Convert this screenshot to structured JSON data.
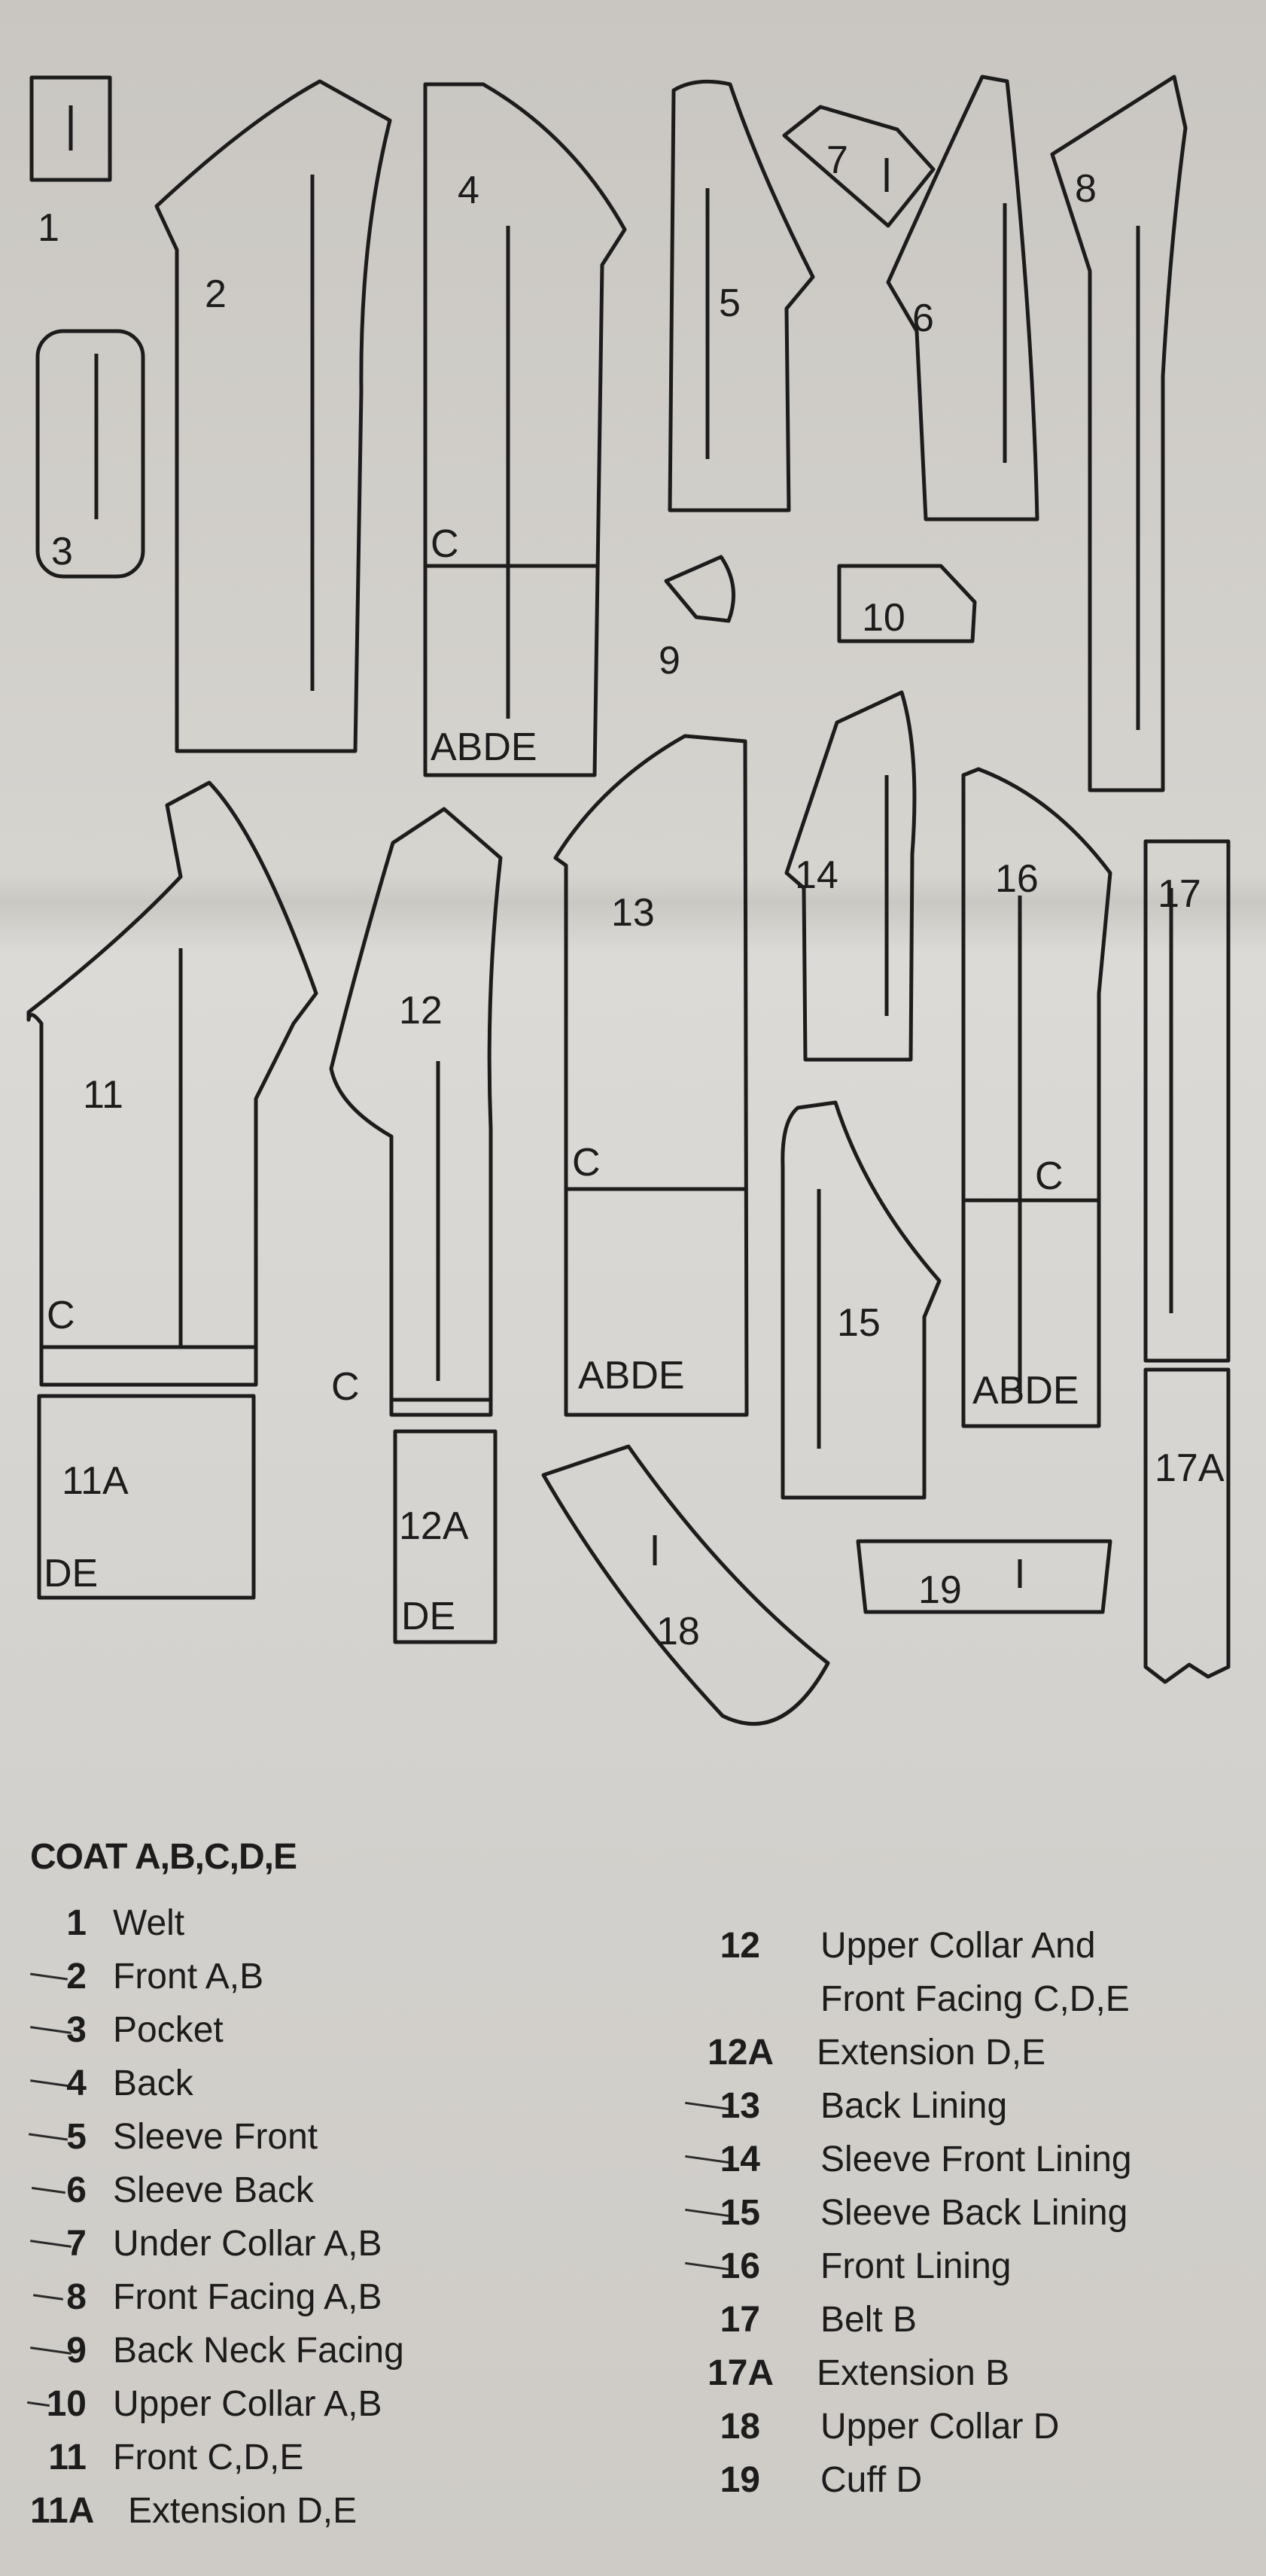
{
  "pieces": [
    {
      "id": "1",
      "label": "1"
    },
    {
      "id": "2",
      "label": "2"
    },
    {
      "id": "3",
      "label": "3"
    },
    {
      "id": "4",
      "label": "4",
      "sub_top": "C",
      "sub_bottom": "ABDE"
    },
    {
      "id": "5",
      "label": "5"
    },
    {
      "id": "6",
      "label": "6"
    },
    {
      "id": "7",
      "label": "7"
    },
    {
      "id": "8",
      "label": "8"
    },
    {
      "id": "9",
      "label": "9"
    },
    {
      "id": "10",
      "label": "10"
    },
    {
      "id": "11",
      "label": "11",
      "sub": "C"
    },
    {
      "id": "11A",
      "label": "11A",
      "sub": "DE"
    },
    {
      "id": "12",
      "label": "12",
      "sub": "C"
    },
    {
      "id": "12A",
      "label": "12A",
      "sub": "DE"
    },
    {
      "id": "13",
      "label": "13",
      "sub_top": "C",
      "sub_bottom": "ABDE"
    },
    {
      "id": "14",
      "label": "14"
    },
    {
      "id": "15",
      "label": "15"
    },
    {
      "id": "16",
      "label": "16",
      "sub_top": "C",
      "sub_bottom": "ABDE"
    },
    {
      "id": "17",
      "label": "17"
    },
    {
      "id": "17A",
      "label": "17A"
    },
    {
      "id": "18",
      "label": "18"
    },
    {
      "id": "19",
      "label": "19"
    }
  ],
  "legend": {
    "title": "COAT A,B,C,D,E",
    "left": [
      {
        "num": "1",
        "name": "Welt"
      },
      {
        "num": "2",
        "name": "Front A,B"
      },
      {
        "num": "3",
        "name": "Pocket"
      },
      {
        "num": "4",
        "name": "Back"
      },
      {
        "num": "5",
        "name": "Sleeve Front"
      },
      {
        "num": "6",
        "name": "Sleeve Back"
      },
      {
        "num": "7",
        "name": "Under Collar A,B"
      },
      {
        "num": "8",
        "name": "Front Facing A,B"
      },
      {
        "num": "9",
        "name": "Back Neck Facing"
      },
      {
        "num": "10",
        "name": "Upper Collar A,B"
      },
      {
        "num": "11",
        "name": "Front C,D,E"
      },
      {
        "num": "11A",
        "name": "Extension D,E"
      }
    ],
    "right": [
      {
        "num": "12",
        "name": "Upper Collar And"
      },
      {
        "num": "",
        "name": "Front Facing C,D,E"
      },
      {
        "num": "12A",
        "name": "Extension D,E"
      },
      {
        "num": "13",
        "name": "Back Lining"
      },
      {
        "num": "14",
        "name": "Sleeve Front Lining"
      },
      {
        "num": "15",
        "name": "Sleeve Back Lining"
      },
      {
        "num": "16",
        "name": "Front Lining"
      },
      {
        "num": "17",
        "name": "Belt B"
      },
      {
        "num": "17A",
        "name": "Extension B"
      },
      {
        "num": "18",
        "name": "Upper Collar D"
      },
      {
        "num": "19",
        "name": "Cuff D"
      }
    ]
  }
}
